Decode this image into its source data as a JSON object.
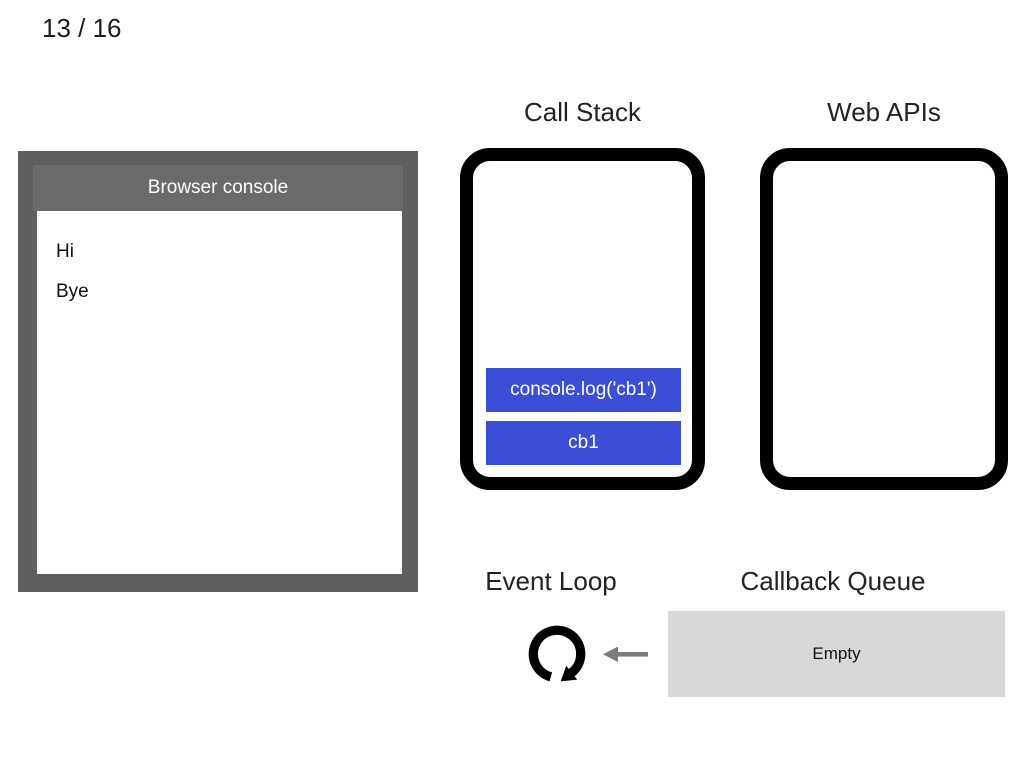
{
  "page": {
    "counter": "13 / 16"
  },
  "console_window": {
    "title": "Browser console",
    "lines": [
      "Hi",
      "Bye"
    ]
  },
  "call_stack": {
    "label": "Call Stack",
    "frames": [
      "console.log('cb1')",
      "cb1"
    ]
  },
  "web_apis": {
    "label": "Web APIs",
    "items": []
  },
  "event_loop": {
    "label": "Event Loop",
    "icon": "circular-clockwise-arrow-icon"
  },
  "callback_queue": {
    "label": "Callback Queue",
    "status": "Empty"
  },
  "arrows": {
    "queue_to_loop": "left-arrow-icon"
  },
  "colors": {
    "accent_blue": "#3b4fd6",
    "console_gray": "#5f5f5f",
    "console_titlebar_gray": "#6b6b6b",
    "queue_gray": "#d8d8d8",
    "arrow_gray": "#7d7d7d",
    "border_black": "#000000"
  }
}
